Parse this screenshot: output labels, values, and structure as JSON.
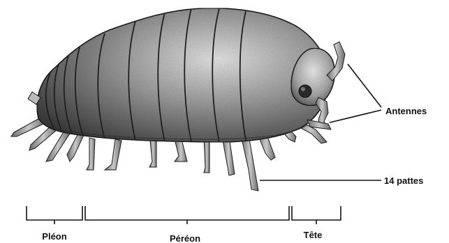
{
  "labels": {
    "antennae": "Antennes",
    "legs": "14 pattes",
    "pleon": "Pléon",
    "pereon": "Péréon",
    "head": "Tête"
  },
  "colors": {
    "body_light": "#d4d4d4",
    "body_mid": "#8a8a8a",
    "body_dark": "#3a3a3a",
    "outline": "#1a1a1a",
    "leg": "#9a9a9a",
    "text": "#111111"
  },
  "illustration": {
    "subject": "woodlouse (pill bug) side view",
    "pereon_segments": 7,
    "pleon_segments": 5,
    "legs": 14
  }
}
